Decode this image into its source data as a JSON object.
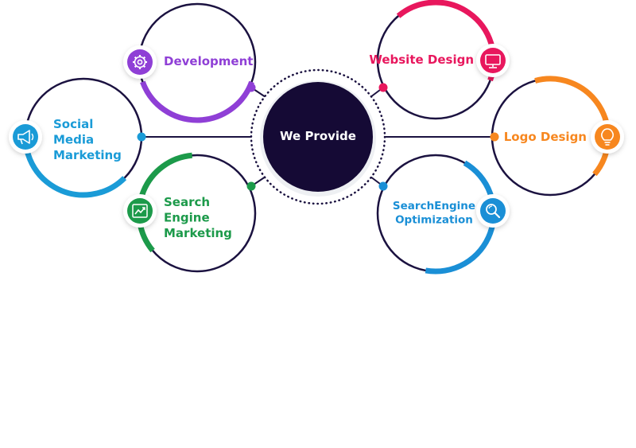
{
  "center": {
    "label": "We Provide"
  },
  "services": [
    {
      "id": "development",
      "lines": [
        "Development"
      ],
      "color": "#8f3fd6",
      "icon": "gear-icon"
    },
    {
      "id": "website-design",
      "lines": [
        "Website Design"
      ],
      "color": "#e8175d",
      "icon": "monitor-icon"
    },
    {
      "id": "social-media-marketing",
      "lines": [
        "Social",
        "Media",
        "Marketing"
      ],
      "color": "#1a9bd7",
      "icon": "megaphone-icon"
    },
    {
      "id": "logo-design",
      "lines": [
        "Logo Design"
      ],
      "color": "#f7871f",
      "icon": "lightbulb-icon"
    },
    {
      "id": "search-engine-marketing",
      "lines": [
        "Search",
        "Engine",
        "Marketing"
      ],
      "color": "#1c9a4a",
      "icon": "chart-icon"
    },
    {
      "id": "search-engine-optimization",
      "lines": [
        "SearchEngine",
        "Optimization"
      ],
      "color": "#1a8fd6",
      "icon": "magnifier-icon"
    }
  ]
}
